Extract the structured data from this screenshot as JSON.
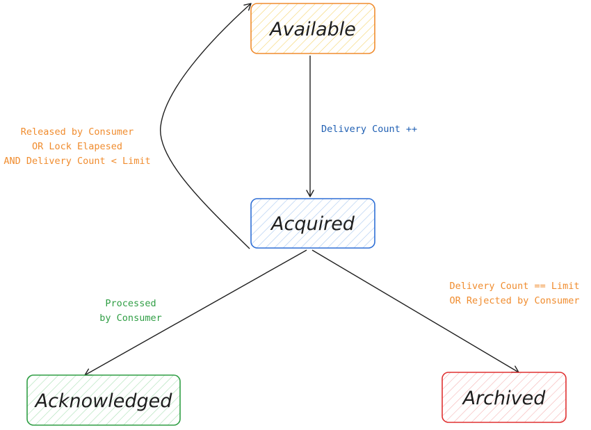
{
  "colors": {
    "stroke_dark": "#1e1e1e",
    "available": "#f08c2e",
    "acquired": "#2f6fd6",
    "acknowledged": "#2f9e44",
    "archived": "#e03131",
    "label_orange": "#f08c2e",
    "label_blue": "#1f5fb3",
    "label_green": "#2f9e44"
  },
  "nodes": {
    "available": {
      "label": "Available"
    },
    "acquired": {
      "label": "Acquired"
    },
    "acknowledged": {
      "label": "Acknowledged"
    },
    "archived": {
      "label": "Archived"
    }
  },
  "edges": {
    "delivery": {
      "label": "Delivery Count ++"
    },
    "released": {
      "lines": [
        "Released by Consumer",
        "OR Lock Elapesed",
        "AND Delivery Count < Limit"
      ]
    },
    "processed": {
      "lines": [
        "Processed",
        "by Consumer"
      ]
    },
    "limit": {
      "lines": [
        "Delivery Count == Limit",
        "OR Rejected by Consumer"
      ]
    }
  }
}
